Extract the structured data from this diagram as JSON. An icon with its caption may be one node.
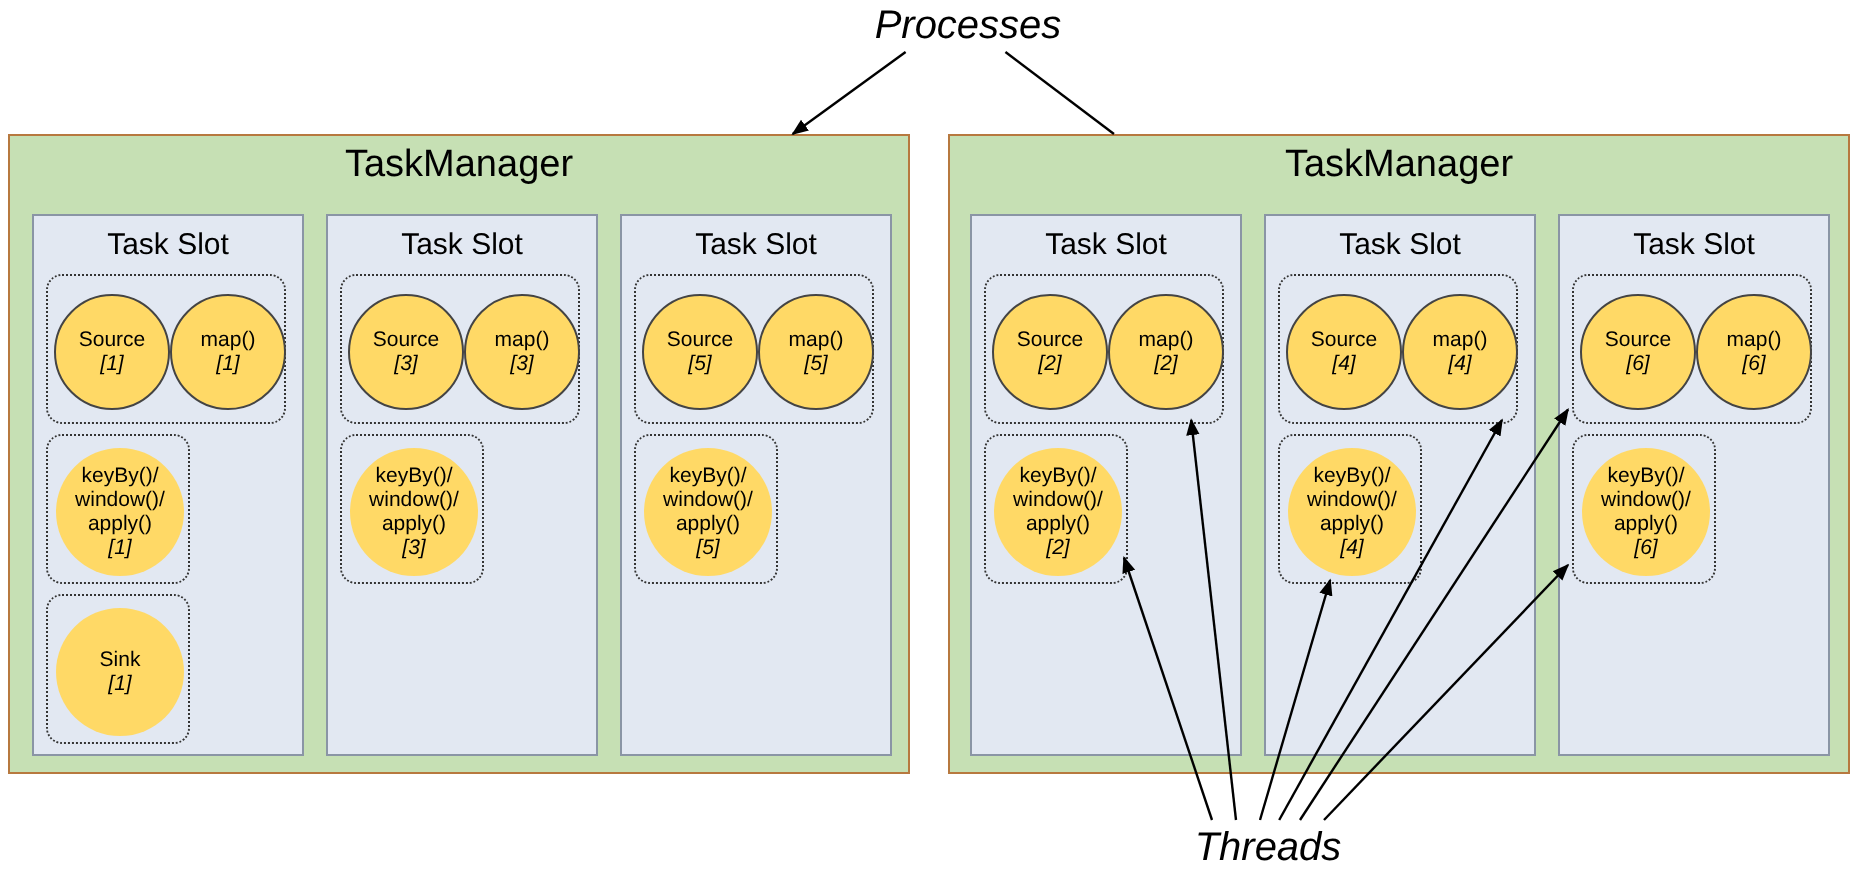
{
  "diagram": {
    "nodes": [
      {
        "text": [
          "Processes"
        ]
      },
      {
        "text": [
          "TaskManager"
        ]
      },
      {
        "text": [
          "Task Slot"
        ],
        "in": 1
      },
      {
        "text": [],
        "shape": "box",
        "in": 2
      },
      {
        "text": [
          "Source",
          "[1]"
        ],
        "in": 3
      },
      {
        "text": [
          "map()",
          "[1]"
        ],
        "in": 3
      },
      {
        "text": [],
        "shape": "box",
        "in": 2
      },
      {
        "text": [
          "keyBy()/ window()/ apply()",
          "[1]"
        ],
        "in": 6
      },
      {
        "text": [],
        "shape": "box",
        "in": 2
      },
      {
        "text": [
          "Sink",
          "[1]"
        ],
        "in": 8
      },
      {
        "text": [
          "Task Slot"
        ],
        "in": 1
      },
      {
        "text": [],
        "shape": "box",
        "in": 10
      },
      {
        "text": [
          "Source",
          "[3]"
        ],
        "in": 11
      },
      {
        "text": [
          "map()",
          "[3]"
        ],
        "in": 11
      },
      {
        "text": [],
        "shape": "box",
        "in": 10
      },
      {
        "text": [
          "keyBy()/ window()/ apply()",
          "[3]"
        ],
        "in": 14
      },
      {
        "text": [
          "Task Slot"
        ],
        "in": 1
      },
      {
        "text": [],
        "shape": "box",
        "in": 16
      },
      {
        "text": [
          "Source",
          "[5]"
        ],
        "in": 17
      },
      {
        "text": [
          "map()",
          "[5]"
        ],
        "in": 17
      },
      {
        "text": [],
        "shape": "box",
        "in": 16
      },
      {
        "text": [
          "keyBy()/ window()/ apply()",
          "[5]"
        ],
        "in": 20
      },
      {
        "text": [
          "TaskManager"
        ]
      },
      {
        "text": [
          "Task Slot"
        ],
        "in": 22
      },
      {
        "text": [],
        "shape": "box",
        "in": 23
      },
      {
        "text": [
          "Source",
          "[2]"
        ],
        "in": 24
      },
      {
        "text": [
          "map()",
          "[2]"
        ],
        "in": 24
      },
      {
        "text": [],
        "shape": "box",
        "in": 23
      },
      {
        "text": [
          "keyBy()/ window()/ apply()",
          "[2]"
        ],
        "in": 27
      },
      {
        "text": [
          "Task Slot"
        ],
        "in": 22
      },
      {
        "text": [],
        "shape": "box",
        "in": 29
      },
      {
        "text": [
          "Source",
          "[4]"
        ],
        "in": 30
      },
      {
        "text": [
          "map()",
          "[4]"
        ],
        "in": 30
      },
      {
        "text": [],
        "shape": "box",
        "in": 29
      },
      {
        "text": [
          "keyBy()/ window()/ apply()",
          "[4]"
        ],
        "in": 33
      },
      {
        "text": [
          "Task Slot"
        ],
        "in": 22
      },
      {
        "text": [],
        "shape": "box",
        "in": 35
      },
      {
        "text": [
          "Source",
          "[6]"
        ],
        "in": 36
      },
      {
        "text": [
          "map()",
          "[6]"
        ],
        "in": 36
      },
      {
        "text": [],
        "shape": "box",
        "in": 35
      },
      {
        "text": [
          "keyBy()/ window()/ apply()",
          "[6]"
        ],
        "in": 39
      },
      {
        "text": [
          "Threads"
        ]
      }
    ],
    "edges": [
      {
        "from": 0,
        "to": 1,
        "arrow": "to"
      },
      {
        "from": 0,
        "to": 22,
        "arrow": "none"
      },
      {
        "from": 41,
        "to": 27,
        "arrow": "to"
      },
      {
        "from": 41,
        "to": 24,
        "arrow": "to"
      },
      {
        "from": 41,
        "to": 33,
        "arrow": "to"
      },
      {
        "from": 41,
        "to": 30,
        "arrow": "to"
      },
      {
        "from": 41,
        "to": 36,
        "arrow": "to"
      },
      {
        "from": 41,
        "to": 39,
        "arrow": "to"
      }
    ]
  }
}
